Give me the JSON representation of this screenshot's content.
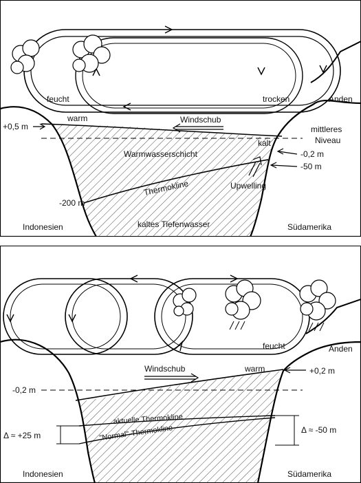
{
  "top": {
    "labels": {
      "feucht": "feucht",
      "trocken": "trocken",
      "anden": "Anden",
      "warm": "warm",
      "windschub": "Windschub",
      "plus05": "+0,5 m",
      "mittleres": "mittleres",
      "niveau": "Niveau",
      "kalt": "kalt",
      "warmwasser": "Warmwasserschicht",
      "minus02": "-0,2 m",
      "minus50": "-50 m",
      "thermokline": "Thermokline",
      "upwelling": "Upwelling",
      "minus200": "-200 m",
      "kaltes": "kaltes Tiefenwasser",
      "indonesien": "Indonesien",
      "suedamerika": "Südamerika"
    }
  },
  "bottom": {
    "labels": {
      "anden": "Anden",
      "feucht": "feucht",
      "windschub": "Windschub",
      "warm": "warm",
      "plus02": "+0,2 m",
      "minus02": "-0,2 m",
      "aktuelle": "aktuelle Thermokline",
      "normal": "\"Normal\"-Thermokline",
      "delta25": "Δ ≈ +25 m",
      "delta50": "Δ ≈ -50 m",
      "indonesien": "Indonesien",
      "suedamerika": "Südamerika"
    }
  }
}
